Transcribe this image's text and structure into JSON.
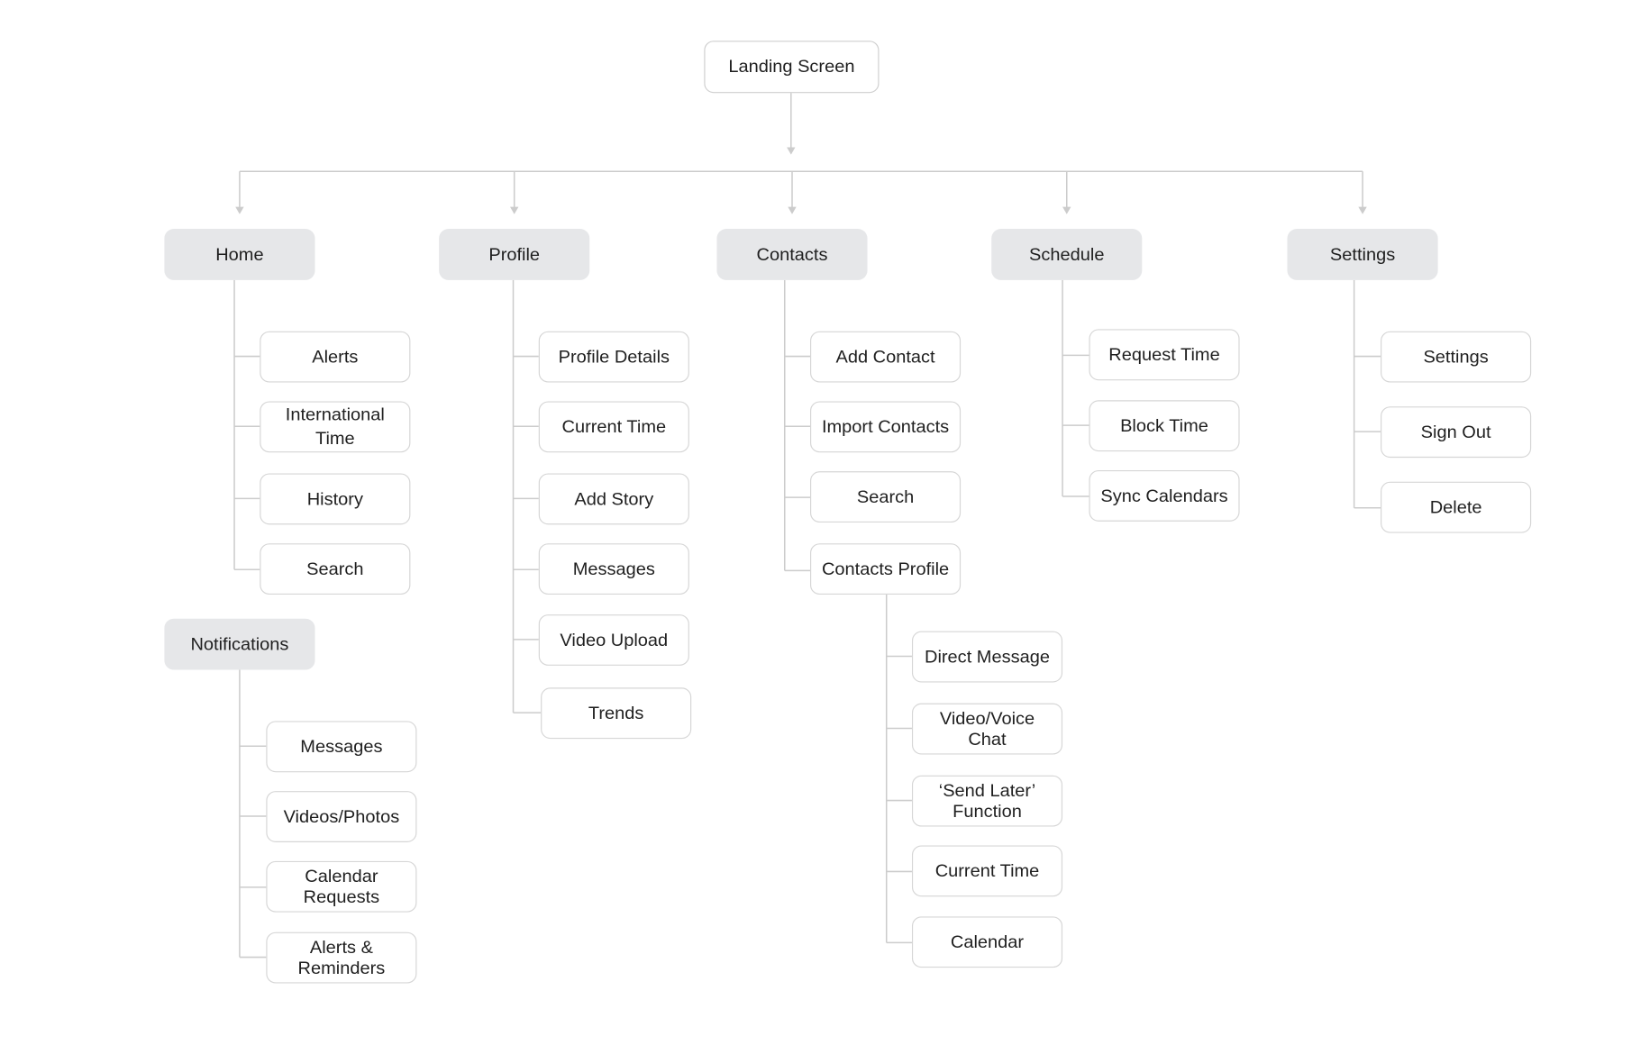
{
  "root": {
    "label": "Landing Screen"
  },
  "categories": {
    "home": {
      "label": "Home",
      "items": [
        "Alerts",
        "International Time",
        "History",
        "Search"
      ]
    },
    "notifications": {
      "label": "Notifications",
      "items": [
        "Messages",
        "Videos/Photos",
        "Calendar Requests",
        "Alerts & Reminders"
      ]
    },
    "profile": {
      "label": "Profile",
      "items": [
        "Profile Details",
        "Current Time",
        "Add Story",
        "Messages",
        "Video Upload",
        "Trends"
      ]
    },
    "contacts": {
      "label": "Contacts",
      "items": [
        "Add Contact",
        "Import Contacts",
        "Search",
        "Contacts Profile"
      ],
      "contacts_profile_items": [
        "Direct Message",
        "Video/Voice Chat",
        "‘Send Later’ Function",
        "Current Time",
        "Calendar"
      ]
    },
    "schedule": {
      "label": "Schedule",
      "items": [
        "Request Time",
        "Block Time",
        "Sync Calendars"
      ]
    },
    "settings": {
      "label": "Settings",
      "items": [
        "Settings",
        "Sign Out",
        "Delete"
      ]
    }
  },
  "colors": {
    "category_fill": "#e6e7e9",
    "leaf_border": "#d6d6d6",
    "connector": "#cccccc"
  }
}
